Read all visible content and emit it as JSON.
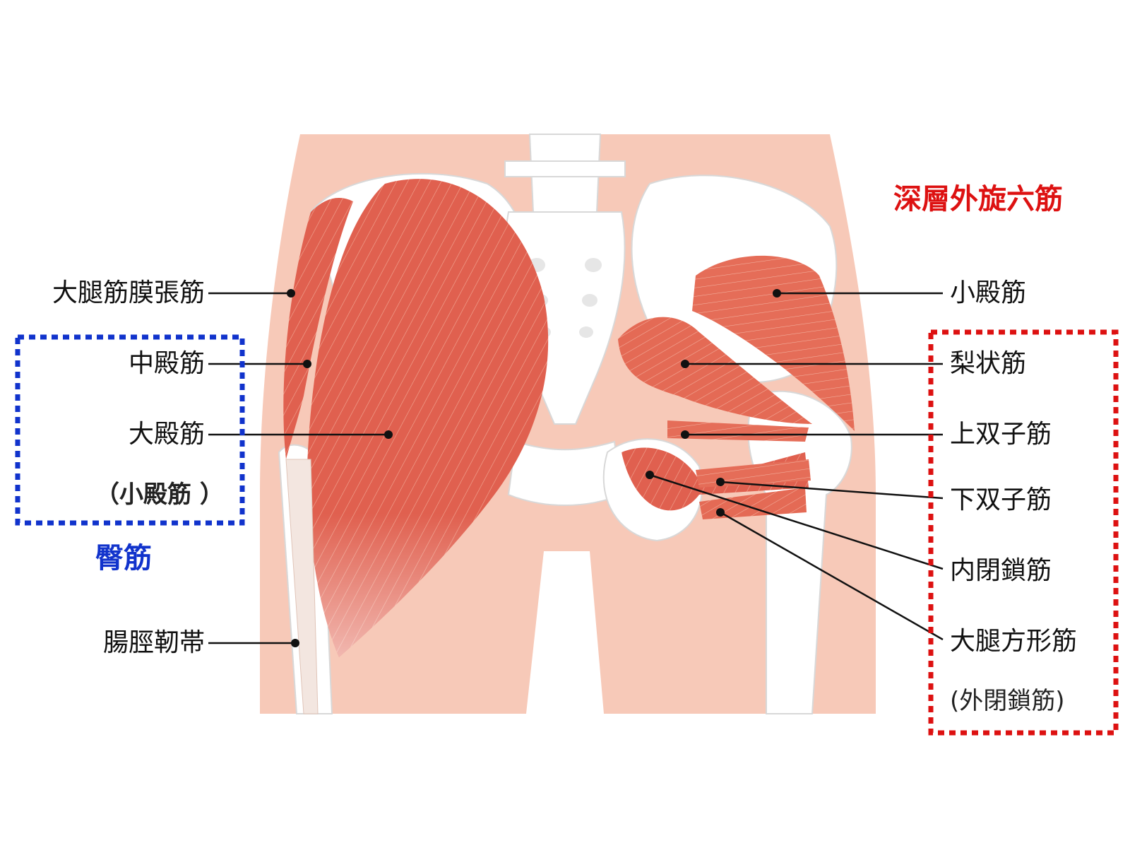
{
  "title_deep": "深層外旋六筋",
  "title_gluteal": "臀筋",
  "colors": {
    "skin": "#f7c9b8",
    "bone": "#ffffff",
    "muscle": "#e0604f",
    "muscle_light": "#eb8b76",
    "blue_box": "#1133cc",
    "red_box": "#dd1111"
  },
  "left_labels": {
    "tfl": "大腿筋膜張筋",
    "gluteus_medius": "中殿筋",
    "gluteus_maximus": "大殿筋",
    "gluteus_minimus_paren": "（小殿筋 ）",
    "it_band": "腸脛靭帯"
  },
  "right_labels": {
    "gluteus_minimus": "小殿筋",
    "piriformis": "梨状筋",
    "gemellus_superior": "上双子筋",
    "gemellus_inferior": "下双子筋",
    "obturator_internus": "内閉鎖筋",
    "quadratus_femoris": "大腿方形筋",
    "obturator_externus_paren": "(外閉鎖筋)"
  }
}
